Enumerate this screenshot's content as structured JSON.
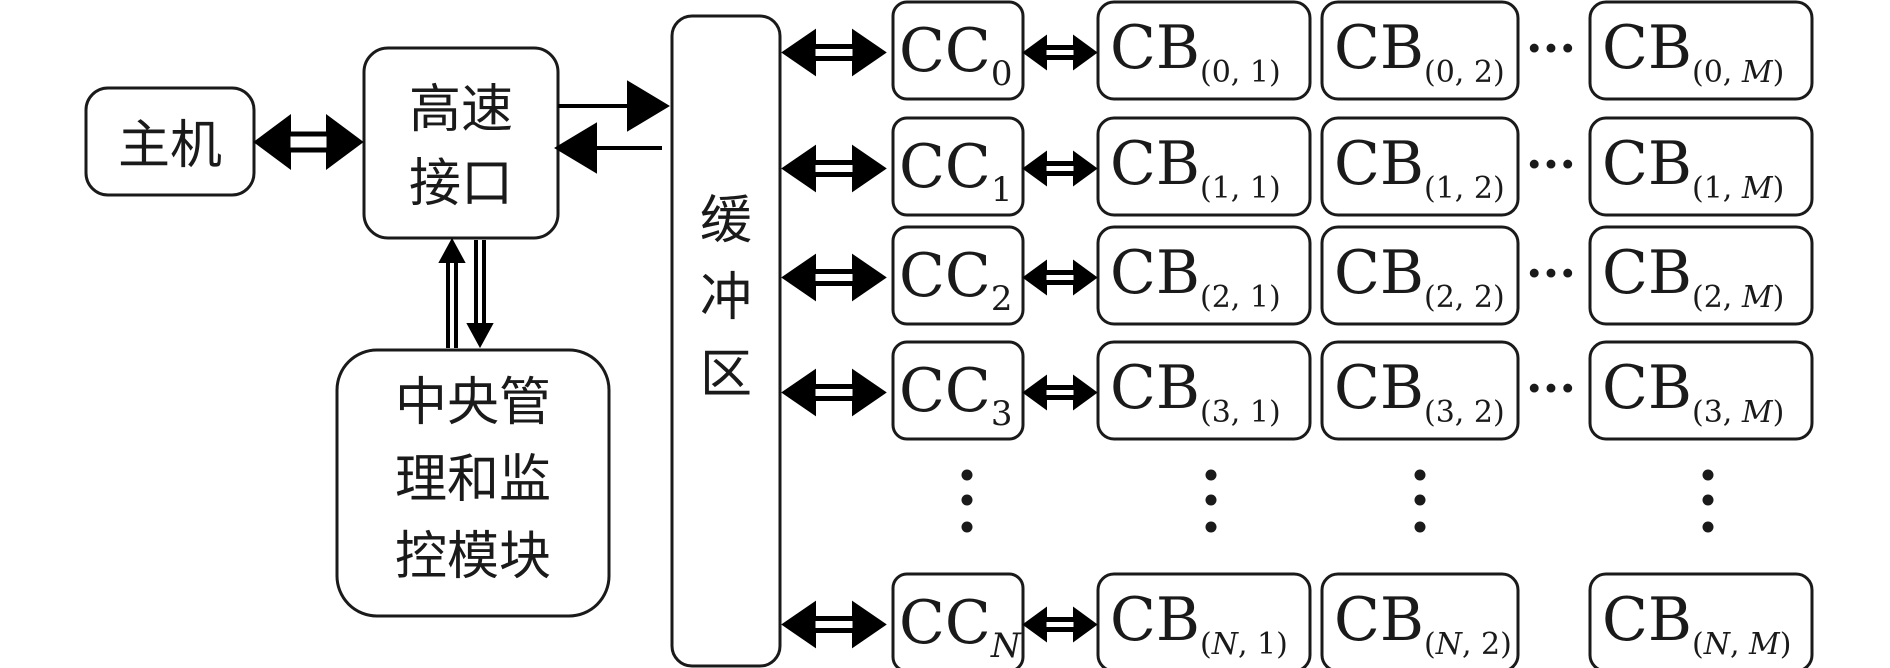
{
  "host": {
    "label": "主机"
  },
  "interface": {
    "line1": "高速",
    "line2": "接口"
  },
  "central": {
    "line1": "中央管",
    "line2": "理和监",
    "line3": "控模块"
  },
  "buffer": {
    "line1": "缓",
    "line2": "冲",
    "line3": "区"
  },
  "ellipsis": "···",
  "rows": [
    {
      "cc": "CC",
      "cc_sub": "0",
      "cb": [
        {
          "main": "CB",
          "sub": "(0, 1)"
        },
        {
          "main": "CB",
          "sub": "(0, 2)"
        },
        {
          "main": "CB",
          "sub": "(0, M)"
        }
      ]
    },
    {
      "cc": "CC",
      "cc_sub": "1",
      "cb": [
        {
          "main": "CB",
          "sub": "(1, 1)"
        },
        {
          "main": "CB",
          "sub": "(1, 2)"
        },
        {
          "main": "CB",
          "sub": "(1, M)"
        }
      ]
    },
    {
      "cc": "CC",
      "cc_sub": "2",
      "cb": [
        {
          "main": "CB",
          "sub": "(2, 1)"
        },
        {
          "main": "CB",
          "sub": "(2, 2)"
        },
        {
          "main": "CB",
          "sub": "(2, M)"
        }
      ]
    },
    {
      "cc": "CC",
      "cc_sub": "3",
      "cb": [
        {
          "main": "CB",
          "sub": "(3, 1)"
        },
        {
          "main": "CB",
          "sub": "(3, 2)"
        },
        {
          "main": "CB",
          "sub": "(3, M)"
        }
      ]
    },
    {
      "cc": "CC",
      "cc_sub": "N",
      "cb": [
        {
          "main": "CB",
          "sub": "(N, 1)"
        },
        {
          "main": "CB",
          "sub": "(N, 2)"
        },
        {
          "main": "CB",
          "sub": "(N, M)"
        }
      ]
    }
  ]
}
